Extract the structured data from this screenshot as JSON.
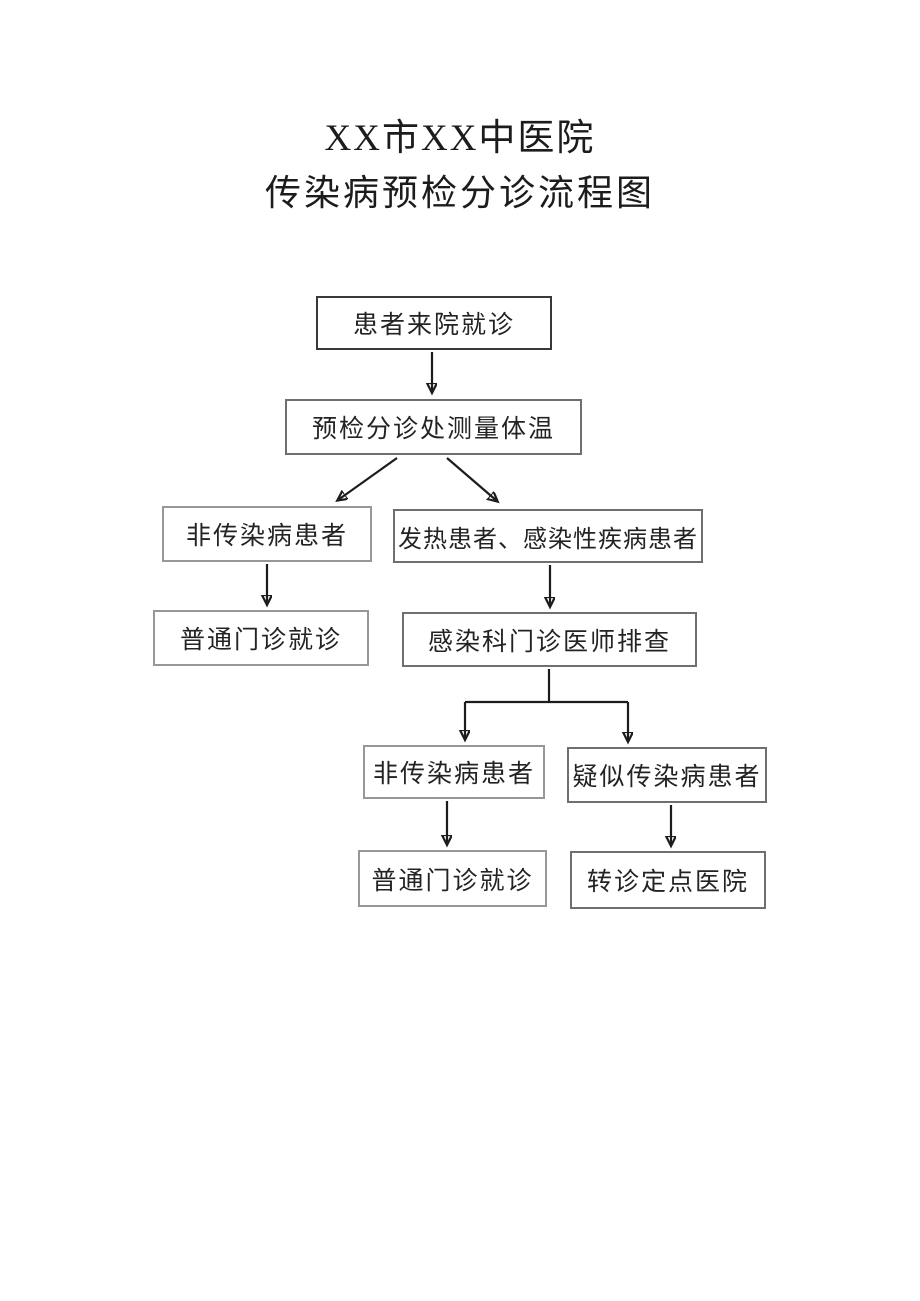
{
  "title": {
    "line1": "XX市XX中医院",
    "line2": "传染病预检分诊流程图"
  },
  "flowchart": {
    "nodes": [
      {
        "id": "patient-arrival",
        "label": "患者来院就诊"
      },
      {
        "id": "triage-temperature",
        "label": "预检分诊处测量体温"
      },
      {
        "id": "non-infectious-1",
        "label": "非传染病患者"
      },
      {
        "id": "fever-infectious",
        "label": "发热患者、感染性疾病患者"
      },
      {
        "id": "general-outpatient-1",
        "label": "普通门诊就诊"
      },
      {
        "id": "infection-dept-check",
        "label": "感染科门诊医师排查"
      },
      {
        "id": "non-infectious-2",
        "label": "非传染病患者"
      },
      {
        "id": "suspected-infectious",
        "label": "疑似传染病患者"
      },
      {
        "id": "general-outpatient-2",
        "label": "普通门诊就诊"
      },
      {
        "id": "transfer-hospital",
        "label": "转诊定点医院"
      }
    ]
  },
  "colors": {
    "background": "#ffffff",
    "text": "#232323",
    "line": "#1c1c1c",
    "box_border_dark": "#383838",
    "box_border_mid": "#6f6f6f",
    "box_border_light": "#979797"
  }
}
